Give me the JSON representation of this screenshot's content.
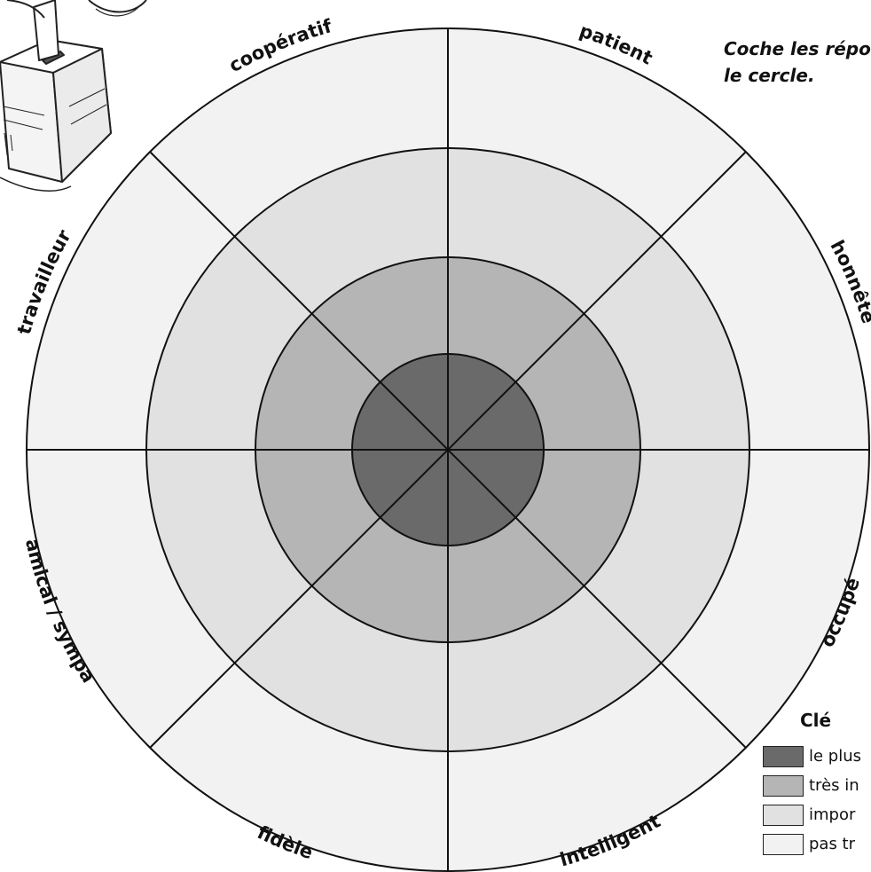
{
  "instruction": {
    "line1": "Coche les répo",
    "line2": "le cercle."
  },
  "wheel": {
    "segments": [
      {
        "label": "patient"
      },
      {
        "label": "honnête"
      },
      {
        "label": "occupé"
      },
      {
        "label": "intelligent"
      },
      {
        "label": "fidèle"
      },
      {
        "label": "amical / sympa"
      },
      {
        "label": "travailleur"
      },
      {
        "label": "coopératif"
      }
    ],
    "ring_colors": [
      "#6a6a6a",
      "#b5b5b5",
      "#e1e1e1",
      "#f2f2f2"
    ],
    "line_color": "#111111"
  },
  "key": {
    "title": "Clé",
    "items": [
      {
        "label": "le plus",
        "color": "#6a6a6a"
      },
      {
        "label": "très in",
        "color": "#b5b5b5"
      },
      {
        "label": "impor",
        "color": "#e1e1e1"
      },
      {
        "label": "pas tr",
        "color": "#f2f2f2"
      }
    ]
  },
  "illustration": {
    "icon": "ballot-box-icon"
  }
}
